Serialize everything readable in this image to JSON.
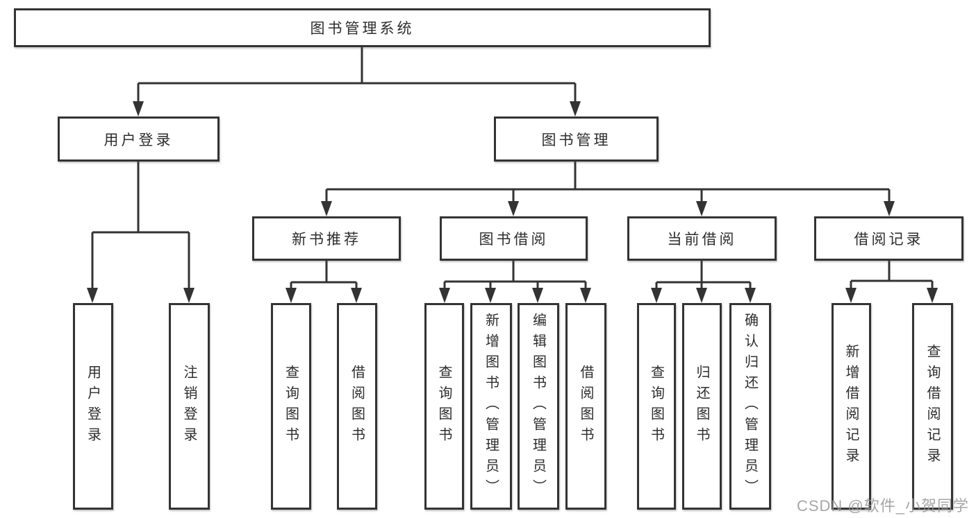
{
  "tree": {
    "root": {
      "label": "图书管理系统"
    },
    "branches": [
      {
        "label": "用户登录",
        "children": [
          {
            "label": "用户登录"
          },
          {
            "label": "注销登录"
          }
        ]
      },
      {
        "label": "图书管理",
        "children": [
          {
            "label": "新书推荐",
            "children": [
              {
                "label": "查询图书"
              },
              {
                "label": "借阅图书"
              }
            ]
          },
          {
            "label": "图书借阅",
            "children": [
              {
                "label": "查询图书"
              },
              {
                "label": "新增图书（管理员）"
              },
              {
                "label": "编辑图书（管理员）"
              },
              {
                "label": "借阅图书"
              }
            ]
          },
          {
            "label": "当前借阅",
            "children": [
              {
                "label": "查询图书"
              },
              {
                "label": "归还图书"
              },
              {
                "label": "确认归还（管理员）"
              }
            ]
          },
          {
            "label": "借阅记录",
            "children": [
              {
                "label": "新增借阅记录"
              },
              {
                "label": "查询借阅记录"
              }
            ]
          }
        ]
      }
    ]
  },
  "watermark": {
    "text": "CSDN @软件_小贺同学"
  },
  "colors": {
    "line": "#333333",
    "text": "#2d2d2d",
    "background": "#ffffff",
    "watermark": "#969696"
  }
}
